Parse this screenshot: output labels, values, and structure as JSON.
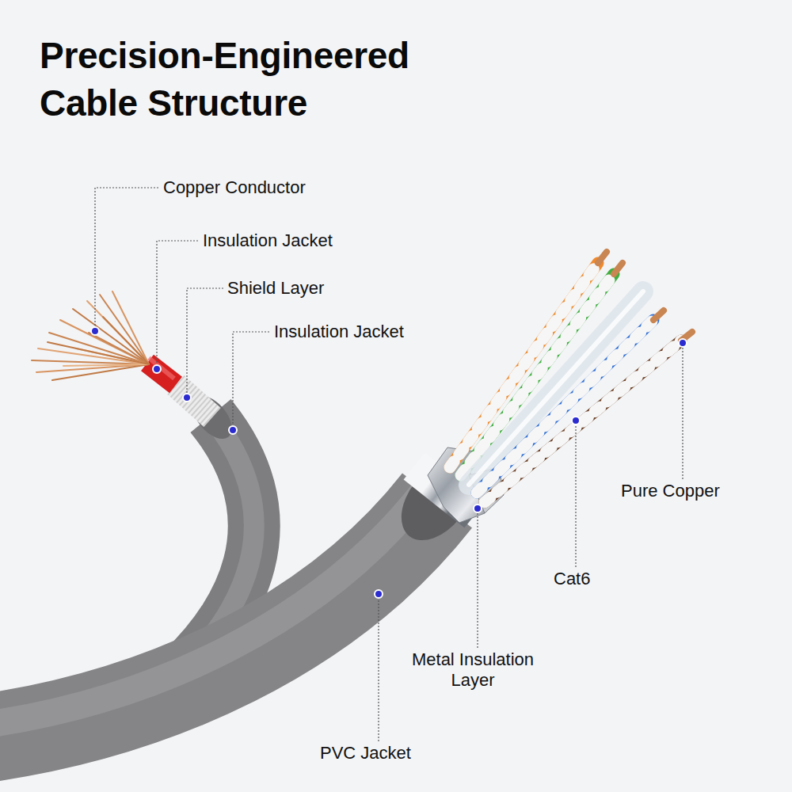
{
  "diagram": {
    "title": "Precision-Engineered Cable Structure",
    "labels": [
      "Copper Conductor",
      "Insulation Jacket",
      "Shield Layer",
      "Insulation Jacket",
      "Pure Copper",
      "Cat6",
      "Metal Insulation Layer",
      "PVC Jacket"
    ]
  }
}
